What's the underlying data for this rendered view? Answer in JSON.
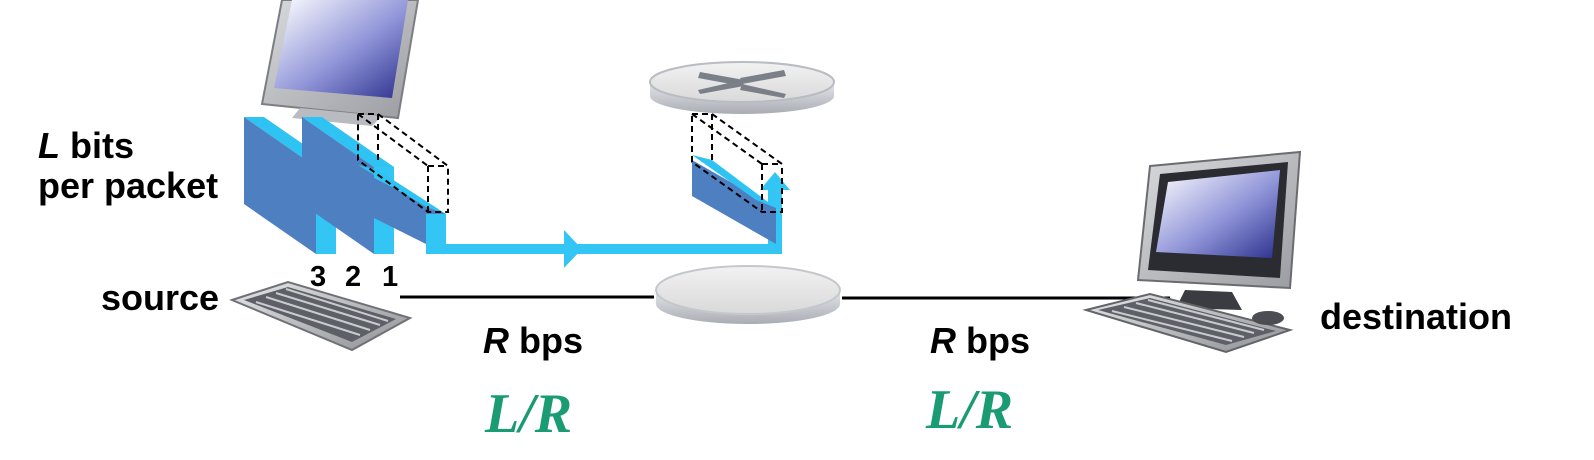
{
  "packet_label": {
    "italic": "L",
    "rest": " bits",
    "line2": "per packet"
  },
  "packet_numbers": [
    "3",
    "2",
    "1"
  ],
  "source_label": "source",
  "destination_label": "destination",
  "links": [
    {
      "italic": "R",
      "rest": " bps",
      "delay": "L/R"
    },
    {
      "italic": "R",
      "rest": " bps",
      "delay": "L/R"
    }
  ],
  "colors": {
    "packet_face": "#4e7fc0",
    "packet_edge": "#2ec3f2",
    "arrow": "#33c5f4",
    "delay_text": "#1a9b72"
  }
}
